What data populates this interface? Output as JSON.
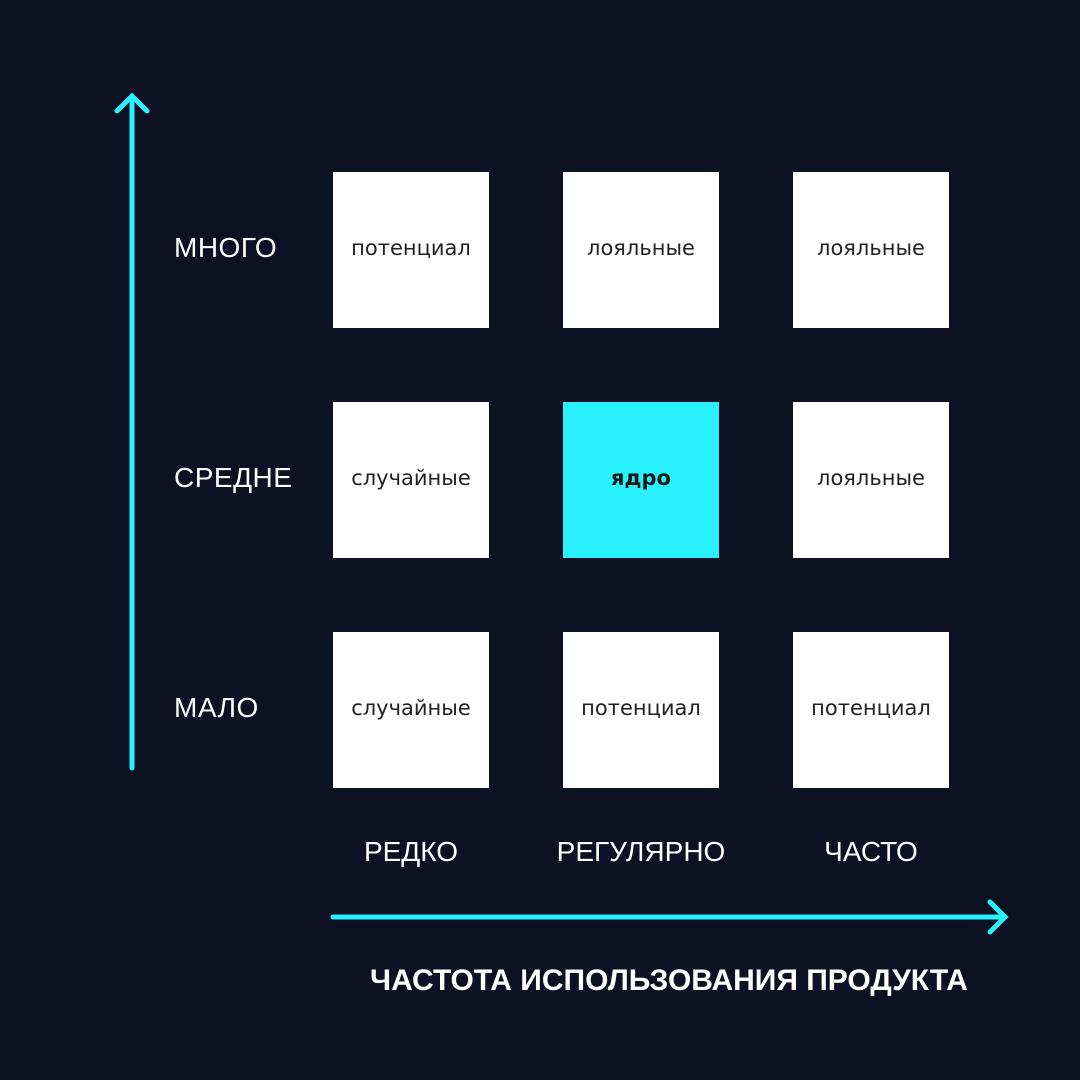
{
  "colors": {
    "background": "#0c1124",
    "accent": "#29f1fe",
    "cell": "#ffffff"
  },
  "y_axis": {
    "labels": [
      "МНОГО",
      "СРЕДНЕ",
      "МАЛО"
    ]
  },
  "x_axis": {
    "labels": [
      "РЕДКО",
      "РЕГУЛЯРНО",
      "ЧАСТО"
    ],
    "title": "ЧАСТОТА ИСПОЛЬЗОВАНИЯ ПРОДУКТА"
  },
  "grid": [
    [
      "потенциал",
      "лояльные",
      "лояльные"
    ],
    [
      "случайные",
      "ядро",
      "лояльные"
    ],
    [
      "случайные",
      "потенциал",
      "потенциал"
    ]
  ]
}
